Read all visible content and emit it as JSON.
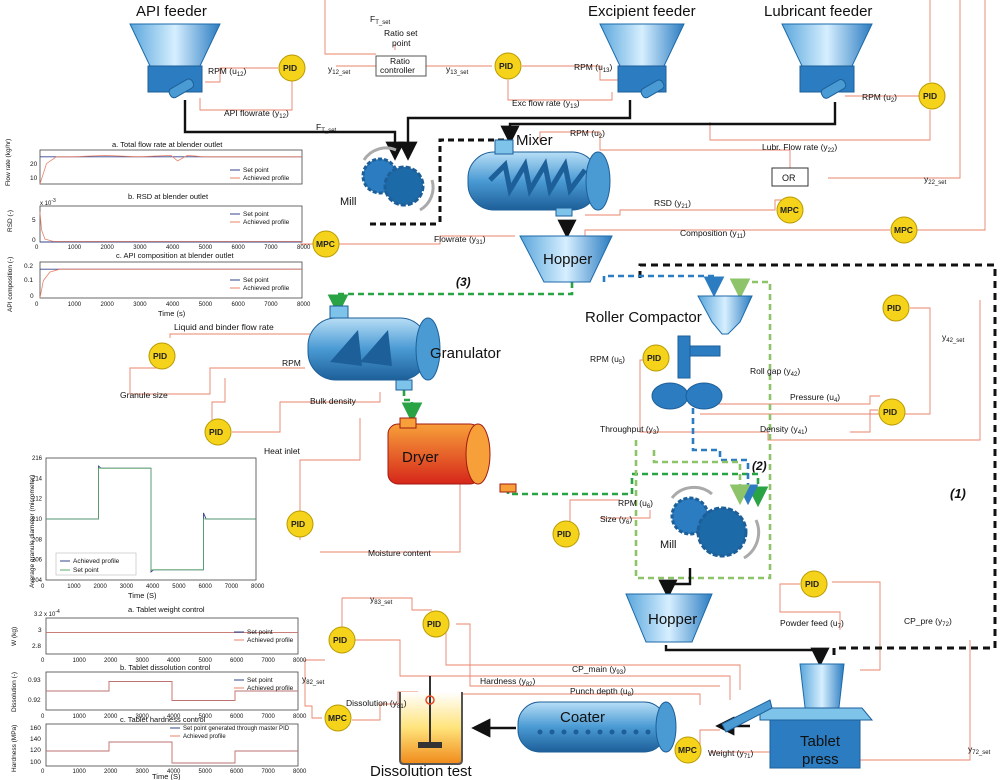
{
  "units": {
    "api_feeder": "API feeder",
    "excipient_feeder": "Excipient feeder",
    "lubricant_feeder": "Lubricant feeder",
    "mixer": "Mixer",
    "mill_top": "Mill",
    "hopper_top": "Hopper",
    "granulator": "Granulator",
    "dryer": "Dryer",
    "roller_compactor": "Roller Compactor",
    "mill_bottom": "Mill",
    "hopper_bottom": "Hopper",
    "coater": "Coater",
    "tablet_press_line1": "Tablet",
    "tablet_press_line2": "press",
    "dissolution_test": "Dissolution test",
    "ratio_controller_line1": "Ratio",
    "ratio_controller_line2": "controller",
    "or_box": "OR"
  },
  "controllers": {
    "pid": "PID",
    "mpc": "MPC"
  },
  "signals": {
    "ft_set_top": "F",
    "ft_set_sub": "T_set",
    "ratio_set_point_1": "Ratio set",
    "ratio_set_point_2": "point",
    "rpm_u12": "RPM (u",
    "rpm_u12_sub": "12",
    "rpm_u12_end": ")",
    "y12_set": "y",
    "y12_set_sub": "12_set",
    "y13_set": "y",
    "y13_set_sub": "13_set",
    "rpm_u13": "RPM (u",
    "rpm_u13_sub": "13",
    "rpm_u13_end": ")",
    "api_flowrate": "API flowrate (y",
    "api_flowrate_sub": "12",
    "api_flowrate_end": ")",
    "exc_flow": "Exc flow rate (y",
    "exc_flow_sub": "13",
    "exc_flow_end": ")",
    "rpm_u2": "RPM (u",
    "rpm_u2_sub": "2",
    "rpm_u2_end": ")",
    "ft_set_mid": "F",
    "ft_set_mid_sub": "T_set",
    "lubr_flow": "Lubr. Flow rate (y",
    "lubr_flow_sub": "22",
    "lubr_flow_end": ")",
    "y22_set": "y",
    "y22_set_sub": "22_set",
    "rsd_y21": "RSD (y",
    "rsd_y21_sub": "21",
    "rsd_y21_end": ")",
    "composition_y11": "Composition (y",
    "composition_y11_sub": "11",
    "composition_y11_end": ")",
    "flowrate_y31": "Flowrate (y",
    "flowrate_y31_sub": "31",
    "flowrate_y31_end": ")",
    "liquid_binder": "Liquid and binder flow rate",
    "rpm_gran": "RPM",
    "granule_size": "Granule size",
    "bulk_density": "Bulk density",
    "heat_inlet": "Heat inlet",
    "moisture": "Moisture content",
    "rpm_u5": "RPM (u",
    "rpm_u5_sub": "5",
    "rpm_u5_end": ")",
    "roll_gap": "Roll gap (y",
    "roll_gap_sub": "42",
    "roll_gap_end": ")",
    "pressure_u4": "Pressure (u",
    "pressure_u4_sub": "4",
    "pressure_u4_end": ")",
    "throughput_y3": "Throughput (y",
    "throughput_y3_sub": "3",
    "throughput_y3_end": ")",
    "density_y41": "Density (y",
    "density_y41_sub": "41",
    "density_y41_end": ")",
    "y42_set": "y",
    "y42_set_sub": "42_set",
    "rpm_u6": "RPM (u",
    "rpm_u6_sub": "6",
    "rpm_u6_end": ")",
    "size_y6": "Size (y",
    "size_y6_sub": "6",
    "size_y6_end": ")",
    "powder_feed": "Powder feed (u",
    "powder_feed_sub": "7",
    "powder_feed_end": ")",
    "cp_pre": "CP_pre (y",
    "cp_pre_sub": "72",
    "cp_pre_end": ")",
    "y83_set": "y",
    "y83_set_sub": "83_set",
    "cp_main": "CP_main (y",
    "cp_main_sub": "93",
    "cp_main_end": ")",
    "hardness_y82": "Hardness (y",
    "hardness_y82_sub": "82",
    "hardness_y82_end": ")",
    "punch_depth": "Punch depth (u",
    "punch_depth_sub": "8",
    "punch_depth_end": ")",
    "y82_set": "y",
    "y82_set_sub": "82_set",
    "dissolution_y81": "Dissolution (y",
    "dissolution_y81_sub": "81",
    "dissolution_y81_end": ")",
    "weight_y71": "Weight (y",
    "weight_y71_sub": "71",
    "weight_y71_end": ")",
    "y72_set": "y",
    "y72_set_sub": "72_set",
    "loop1": "(1)",
    "loop2": "(2)",
    "loop3": "(3)"
  },
  "colors": {
    "blue_dark": "#1d6aa8",
    "blue_light": "#7ec3ea",
    "signal": "#e8836a",
    "pid_yellow": "#f5d31a",
    "green_dash": "#2aa344",
    "light_green_dash": "#8dc46a",
    "blue_dash": "#2b7cc1",
    "black_dash": "#111111",
    "loop1_red": "#e24b2a",
    "dryer_red": "#e2351b",
    "dryer_orange": "#f7a03a"
  },
  "charts": {
    "blender": {
      "panel_a_title": "a. Total flow rate at blender outlet",
      "panel_b_title": "b. RSD at blender outlet",
      "panel_c_title": "c. API composition at blender outlet",
      "a_ylabel": "Flow rate (kg/hr)",
      "b_ylabel": "RSD (-)",
      "c_ylabel": "API composition (-)",
      "b_multiplier": "x 10",
      "b_multiplier_exp": "-3",
      "xlabel": "Time (s)",
      "legend_set": "Set point",
      "legend_achieved": "Achieved profile",
      "a_yticks": [
        "20",
        "10"
      ],
      "b_yticks": [
        "5",
        "0"
      ],
      "c_yticks": [
        "0.2",
        "0.1",
        "0"
      ],
      "xticks": [
        "0",
        "1000",
        "2000",
        "3000",
        "4000",
        "5000",
        "6000",
        "7000",
        "8000"
      ]
    },
    "granule": {
      "ylabel": "Average granule diameter (micrometer)",
      "xlabel": "Time (S)",
      "legend_achieved": "Achieved profile",
      "legend_set": "Set point",
      "yticks": [
        "216",
        "214",
        "212",
        "210",
        "208",
        "206",
        "204"
      ],
      "xticks": [
        "0",
        "1000",
        "2000",
        "3000",
        "4000",
        "5000",
        "6000",
        "7000",
        "8000"
      ]
    },
    "tablet": {
      "panel_a_title": "a. Tablet weight control",
      "panel_b_title": "b. Tablet dissolution control",
      "panel_c_title": "c. Tablet hardness control",
      "a_ylabel": "W (kg)",
      "b_ylabel": "Dissolution (-)",
      "c_ylabel": "Hardness (MPa)",
      "a_multiplier": "3.2 x 10",
      "a_multiplier_exp": "-4",
      "a_yticks": [
        "3",
        "2.8"
      ],
      "b_yticks": [
        "0.93",
        "0.92"
      ],
      "c_yticks": [
        "160",
        "140",
        "120",
        "100"
      ],
      "legend_set": "Set point",
      "legend_achieved": "Achieved profile",
      "legend_c_set": "Set point generated through master PID",
      "xlabel": "Time (S)",
      "xticks": [
        "0",
        "1000",
        "2000",
        "3000",
        "4000",
        "5000",
        "6000",
        "7000",
        "8000"
      ]
    }
  },
  "chart_data": [
    {
      "type": "line",
      "title": "a. Total flow rate at blender outlet",
      "ylabel": "Flow rate (kg/hr)",
      "xlabel": "Time (s)",
      "xlim": [
        0,
        8000
      ],
      "ylim": [
        0,
        25
      ],
      "x": [
        0,
        200,
        500,
        1000,
        2000,
        3000,
        4000,
        4200,
        4500,
        5000,
        6000,
        7000,
        8000
      ],
      "series": [
        {
          "name": "Set point",
          "values": [
            20,
            20,
            20,
            20,
            20,
            20,
            20,
            20,
            20,
            20,
            20,
            20,
            20
          ]
        },
        {
          "name": "Achieved profile",
          "values": [
            0,
            15,
            20,
            20,
            21,
            20,
            21,
            17,
            21,
            20,
            20,
            20,
            20
          ]
        }
      ]
    },
    {
      "type": "line",
      "title": "b. RSD at blender outlet",
      "ylabel": "RSD (-)",
      "xlabel": "Time (s)",
      "xlim": [
        0,
        8000
      ],
      "ylim": [
        0,
        0.006
      ],
      "x": [
        0,
        50,
        150,
        400,
        2000,
        4000,
        6000,
        8000
      ],
      "series": [
        {
          "name": "Set point",
          "values": [
            0,
            0,
            0,
            0,
            0,
            0,
            0,
            0
          ]
        },
        {
          "name": "Achieved profile",
          "values": [
            0.005,
            0.002,
            0.0005,
            0.0001,
            0.0001,
            0.0001,
            0.0001,
            0.0001
          ]
        }
      ]
    },
    {
      "type": "line",
      "title": "c. API composition at blender outlet",
      "ylabel": "API composition (-)",
      "xlabel": "Time (s)",
      "xlim": [
        0,
        8000
      ],
      "ylim": [
        0,
        0.25
      ],
      "x": [
        0,
        100,
        300,
        600,
        1000,
        2000,
        4000,
        6000,
        8000
      ],
      "series": [
        {
          "name": "Set point",
          "values": [
            0.2,
            0.2,
            0.2,
            0.2,
            0.2,
            0.2,
            0.2,
            0.2,
            0.2
          ]
        },
        {
          "name": "Achieved profile",
          "values": [
            0,
            0.12,
            0.18,
            0.2,
            0.2,
            0.2,
            0.2,
            0.2,
            0.2
          ]
        }
      ]
    },
    {
      "type": "line",
      "ylabel": "Average granule diameter (micrometer)",
      "xlabel": "Time (S)",
      "xlim": [
        0,
        8000
      ],
      "ylim": [
        204,
        216
      ],
      "x": [
        0,
        1999,
        2000,
        2100,
        3999,
        4000,
        4100,
        5999,
        6000,
        6100,
        8000
      ],
      "series": [
        {
          "name": "Achieved profile",
          "values": [
            210,
            210,
            215.2,
            215,
            215,
            204.8,
            205,
            205,
            210.6,
            210,
            210
          ]
        },
        {
          "name": "Set point",
          "values": [
            210,
            210,
            215,
            215,
            215,
            205,
            205,
            205,
            210,
            210,
            210
          ]
        }
      ]
    },
    {
      "type": "line",
      "title": "a. Tablet weight control",
      "ylabel": "W (kg)",
      "xlabel": "Time (S)",
      "xlim": [
        0,
        8000
      ],
      "ylim": [
        0.00027,
        0.00032
      ],
      "x": [
        0,
        8000
      ],
      "series": [
        {
          "name": "Set point",
          "values": [
            0.0003,
            0.0003
          ]
        },
        {
          "name": "Achieved profile",
          "values": [
            0.0003,
            0.0003
          ]
        }
      ]
    },
    {
      "type": "line",
      "title": "b. Tablet dissolution control",
      "ylabel": "Dissolution (-)",
      "xlabel": "Time (S)",
      "xlim": [
        0,
        8000
      ],
      "ylim": [
        0.915,
        0.935
      ],
      "x": [
        0,
        1999,
        2000,
        3999,
        4000,
        5999,
        6000,
        8000
      ],
      "series": [
        {
          "name": "Set point",
          "values": [
            0.925,
            0.925,
            0.93,
            0.93,
            0.92,
            0.92,
            0.925,
            0.925
          ]
        },
        {
          "name": "Achieved profile",
          "values": [
            0.925,
            0.925,
            0.93,
            0.93,
            0.92,
            0.92,
            0.925,
            0.925
          ]
        }
      ]
    },
    {
      "type": "line",
      "title": "c. Tablet hardness control",
      "ylabel": "Hardness (MPa)",
      "xlabel": "Time (S)",
      "xlim": [
        0,
        8000
      ],
      "ylim": [
        95,
        165
      ],
      "x": [
        0,
        1999,
        2000,
        3999,
        4000,
        5999,
        6000,
        8000
      ],
      "series": [
        {
          "name": "Set point generated through master PID",
          "values": [
            120,
            120,
            135,
            135,
            100,
            100,
            120,
            120
          ]
        },
        {
          "name": "Achieved profile",
          "values": [
            120,
            120,
            135,
            135,
            100,
            100,
            120,
            120
          ]
        }
      ]
    }
  ]
}
